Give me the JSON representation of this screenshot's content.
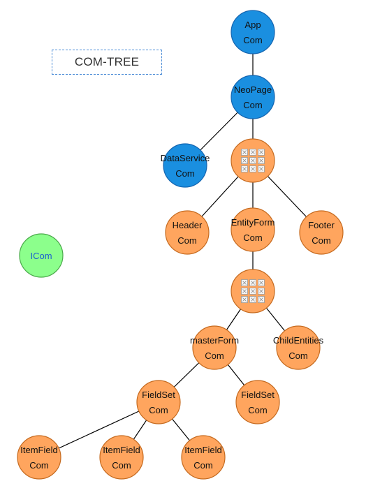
{
  "title": "COM-TREE",
  "colors": {
    "blue_fill": "#1a8fe0",
    "blue_stroke": "#1565b0",
    "orange_fill": "#ffa55e",
    "orange_stroke": "#c56a1f",
    "green_fill": "#8cff8c",
    "green_stroke": "#4aa84a",
    "edge": "#000000"
  },
  "legend": {
    "label": "ICom"
  },
  "nodes": [
    {
      "id": "app",
      "lines": [
        "App",
        "Com"
      ],
      "kind": "blue"
    },
    {
      "id": "neopage",
      "lines": [
        "NeoPage",
        "Com"
      ],
      "kind": "blue"
    },
    {
      "id": "dataservice",
      "lines": [
        "DataService",
        "Com"
      ],
      "kind": "blue"
    },
    {
      "id": "grid1",
      "lines": [],
      "kind": "orange",
      "icon": "grid-icon"
    },
    {
      "id": "header",
      "lines": [
        "Header",
        "Com"
      ],
      "kind": "orange"
    },
    {
      "id": "entityform",
      "lines": [
        "EntityForm",
        "Com"
      ],
      "kind": "orange"
    },
    {
      "id": "footer",
      "lines": [
        "Footer",
        "Com"
      ],
      "kind": "orange"
    },
    {
      "id": "grid2",
      "lines": [],
      "kind": "orange",
      "icon": "grid-icon"
    },
    {
      "id": "masterform",
      "lines": [
        "masterForm",
        "Com"
      ],
      "kind": "orange"
    },
    {
      "id": "childentities",
      "lines": [
        "ChildEntities",
        "Com"
      ],
      "kind": "orange"
    },
    {
      "id": "fieldset1",
      "lines": [
        "FieldSet",
        "Com"
      ],
      "kind": "orange"
    },
    {
      "id": "fieldset2",
      "lines": [
        "FieldSet",
        "Com"
      ],
      "kind": "orange"
    },
    {
      "id": "itemfield1",
      "lines": [
        "ItemField",
        "Com"
      ],
      "kind": "orange"
    },
    {
      "id": "itemfield2",
      "lines": [
        "ItemField",
        "Com"
      ],
      "kind": "orange"
    },
    {
      "id": "itemfield3",
      "lines": [
        "ItemField",
        "Com"
      ],
      "kind": "orange"
    }
  ],
  "edges": [
    [
      "app",
      "neopage"
    ],
    [
      "neopage",
      "dataservice"
    ],
    [
      "neopage",
      "grid1"
    ],
    [
      "grid1",
      "header"
    ],
    [
      "grid1",
      "entityform"
    ],
    [
      "grid1",
      "footer"
    ],
    [
      "entityform",
      "grid2"
    ],
    [
      "grid2",
      "masterform"
    ],
    [
      "grid2",
      "childentities"
    ],
    [
      "masterform",
      "fieldset1"
    ],
    [
      "masterform",
      "fieldset2"
    ],
    [
      "fieldset1",
      "itemfield1"
    ],
    [
      "fieldset1",
      "itemfield2"
    ],
    [
      "fieldset1",
      "itemfield3"
    ]
  ]
}
